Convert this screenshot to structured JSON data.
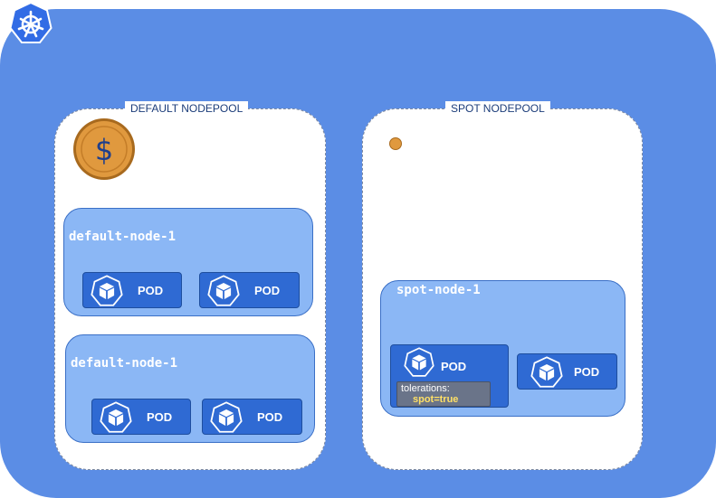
{
  "colors": {
    "cluster": "#5b8de5",
    "nodepool": "#ffffff",
    "node": "#8bb7f5",
    "pod": "#2f6ad3",
    "coin": "#e0993e",
    "toleration_value": "#ffe066"
  },
  "cluster": {
    "logo_icon": "kubernetes-helm-wheel-icon"
  },
  "default_pool": {
    "label": "DEFAULT NODEPOOL",
    "icon": "dollar-coin-icon",
    "coin_symbol": "$",
    "nodes": [
      {
        "title": "default-node-1",
        "pods": [
          {
            "label": "POD"
          },
          {
            "label": "POD"
          }
        ]
      },
      {
        "title": "default-node-1",
        "pods": [
          {
            "label": "POD"
          },
          {
            "label": "POD"
          }
        ]
      }
    ]
  },
  "spot_pool": {
    "label": "SPOT NODEPOOL",
    "icon": "small-coin-icon",
    "nodes": [
      {
        "title": "spot-node-1",
        "pods": [
          {
            "label": "POD",
            "tolerations_label": "tolerations:",
            "tolerations_value": "spot=true"
          },
          {
            "label": "POD"
          }
        ]
      }
    ]
  }
}
